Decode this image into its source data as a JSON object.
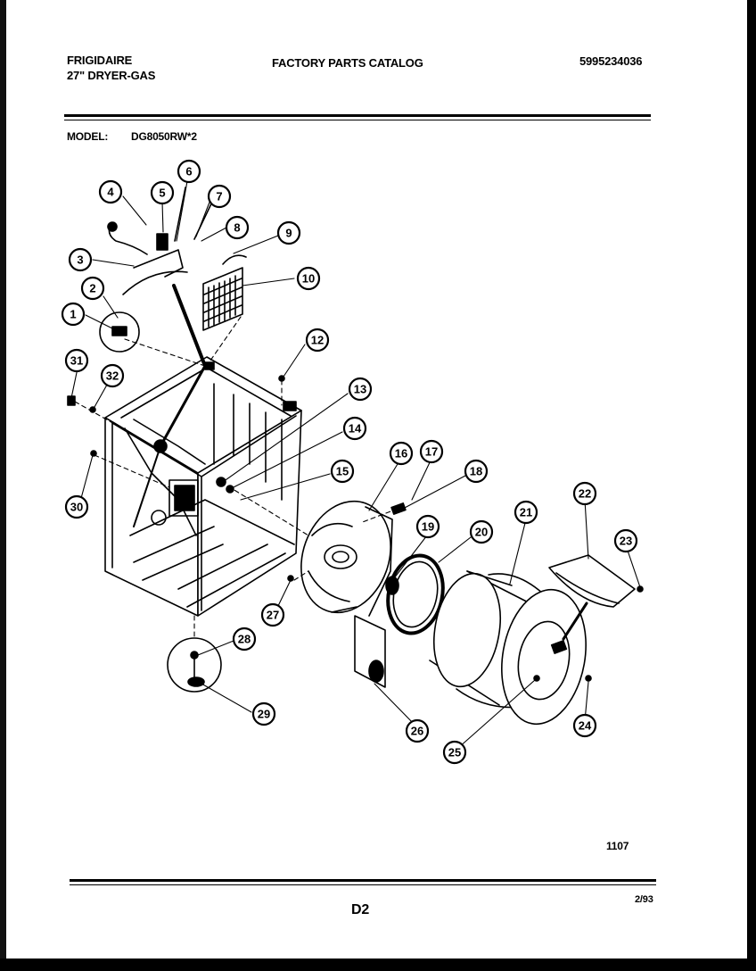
{
  "header": {
    "brand": "FRIGIDAIRE",
    "product": "27\" DRYER-GAS",
    "catalog_title": "FACTORY PARTS CATALOG",
    "catalog_number": "5995234036",
    "model_label": "MODEL:",
    "model_value": "DG8050RW*2"
  },
  "footer": {
    "figure_number": "1107",
    "page_label": "D2",
    "date": "2/93"
  },
  "colors": {
    "ink": "#000000",
    "paper": "#ffffff"
  },
  "callouts": [
    "1",
    "2",
    "3",
    "4",
    "5",
    "6",
    "7",
    "8",
    "9",
    "10",
    "12",
    "13",
    "14",
    "15",
    "16",
    "17",
    "18",
    "19",
    "20",
    "21",
    "22",
    "23",
    "24",
    "25",
    "26",
    "27",
    "28",
    "29",
    "30",
    "31",
    "32"
  ]
}
